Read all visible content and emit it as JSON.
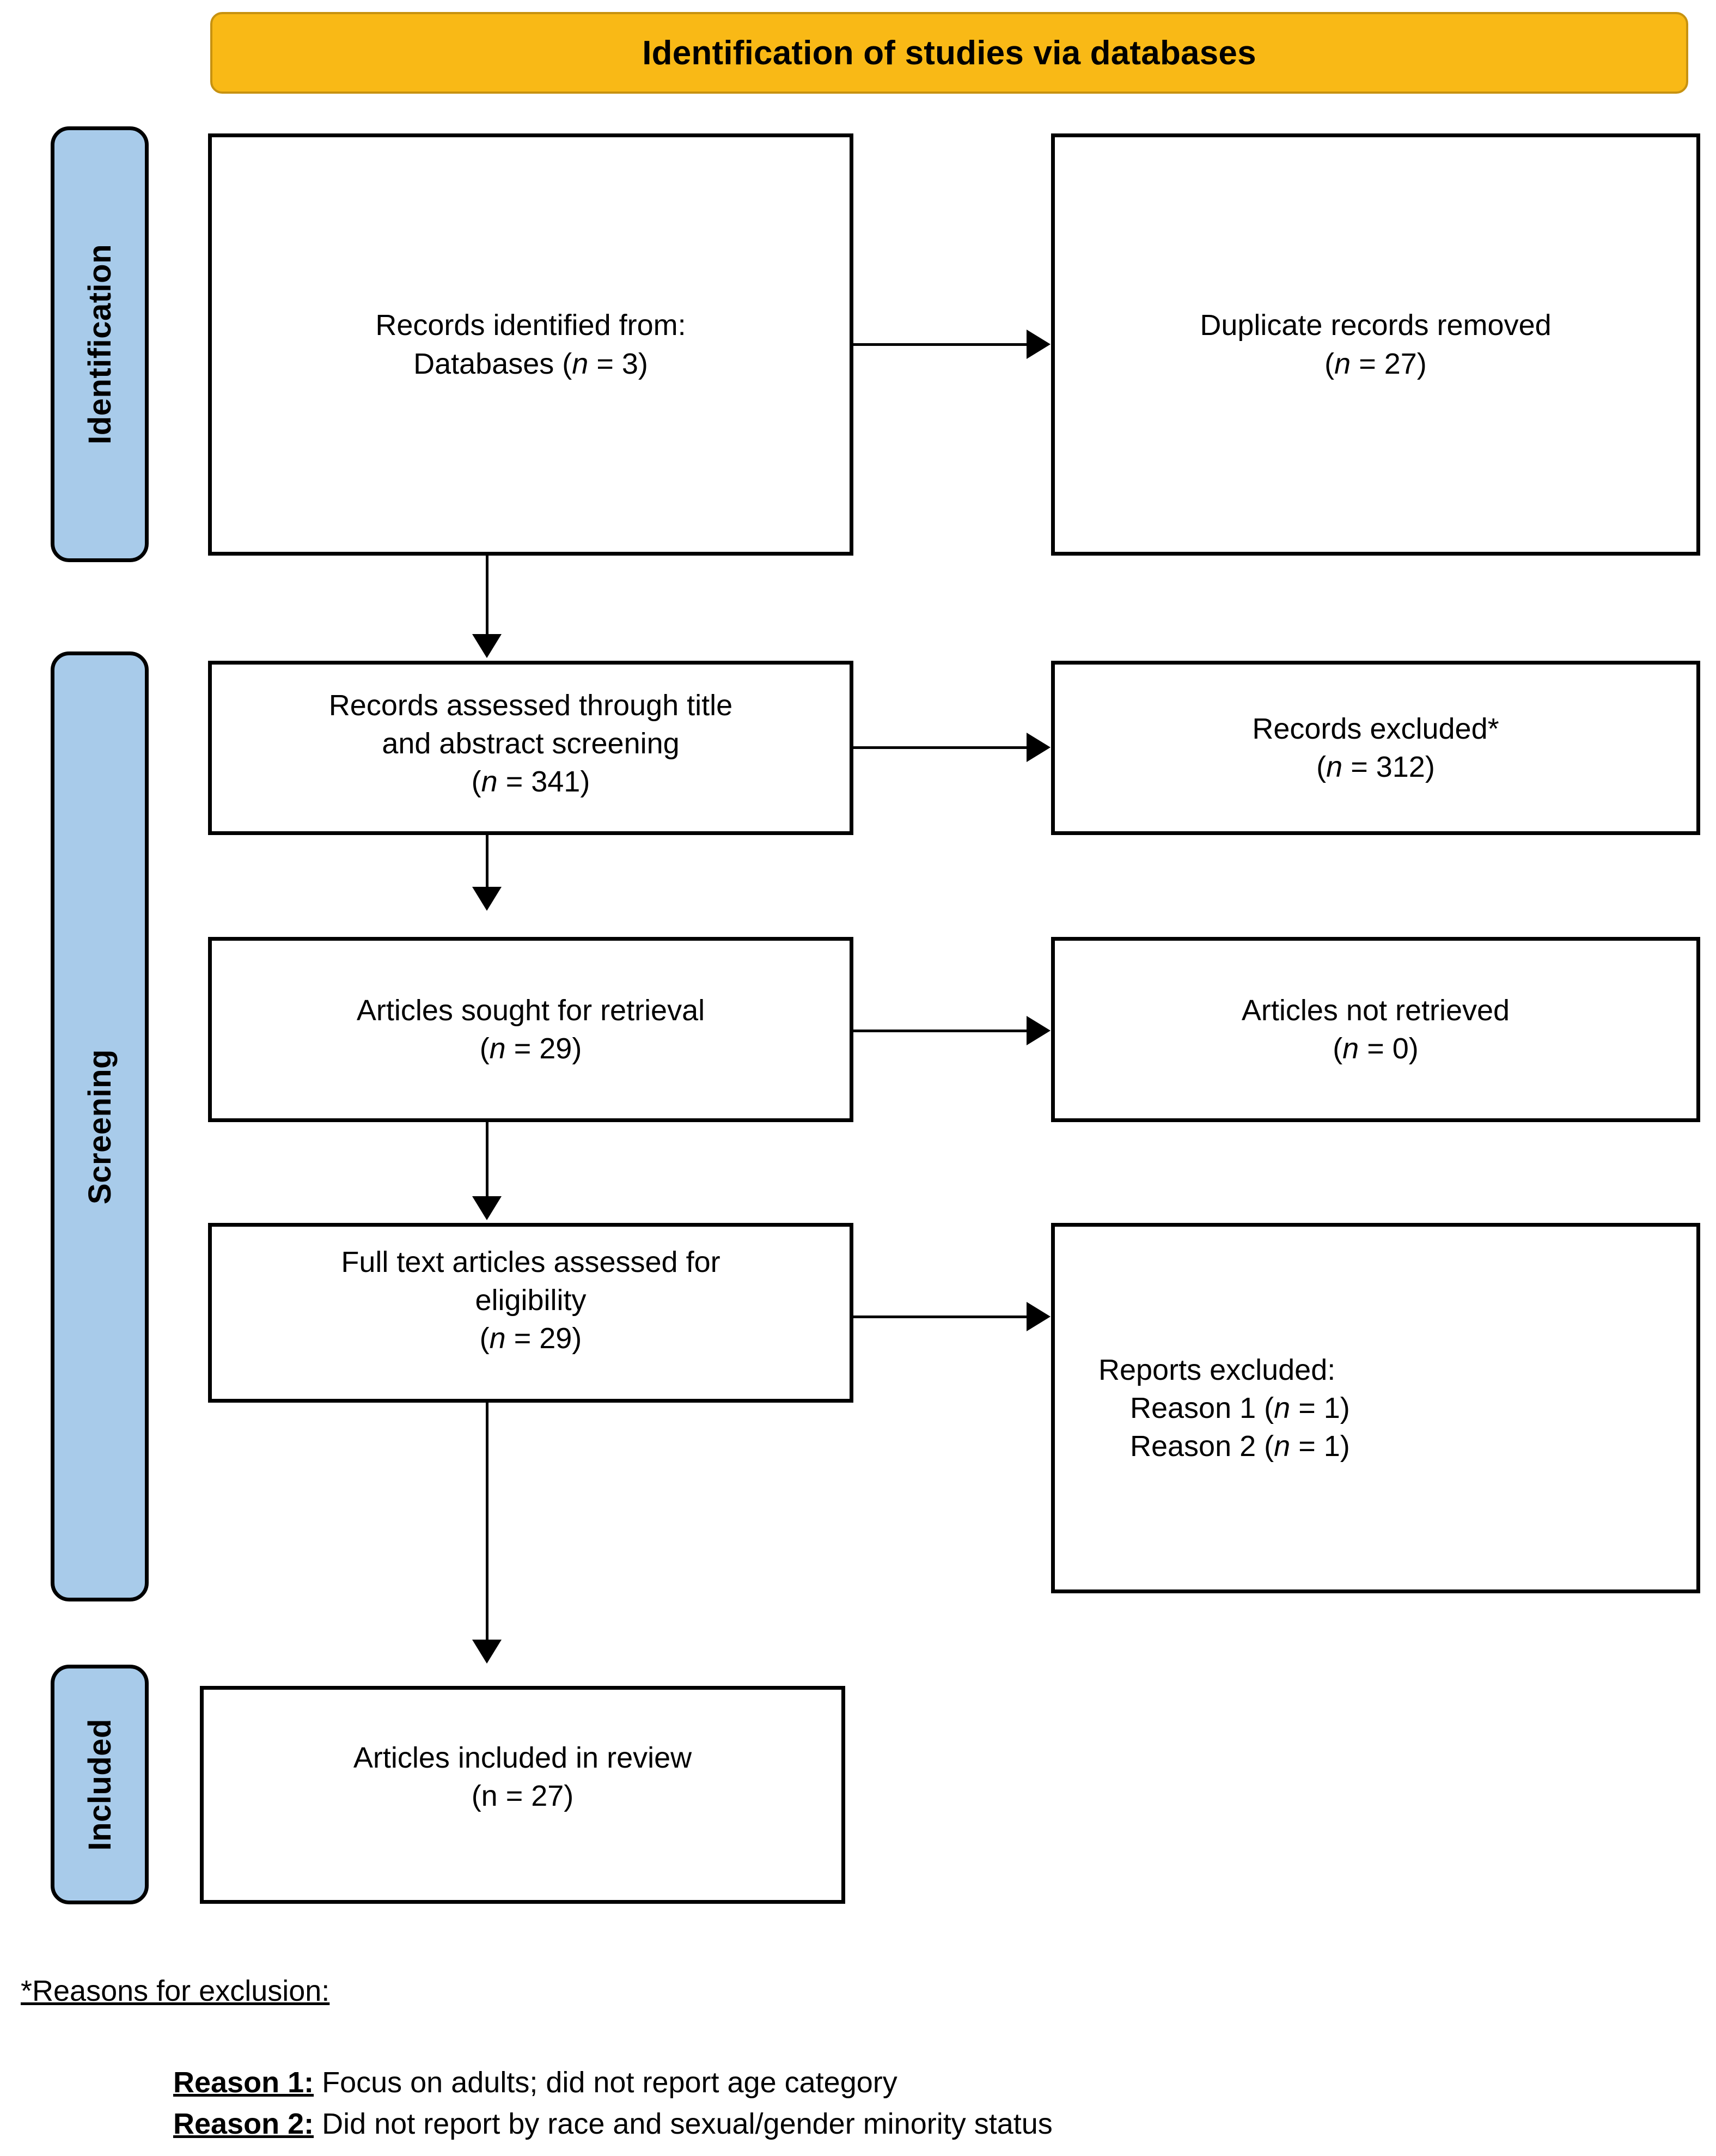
{
  "banner": {
    "title": "Identification of studies via databases",
    "fill_color": "#f9b916",
    "border_color": "#c79210"
  },
  "rails": {
    "fill_color": "#a8cbea",
    "border_color": "#000000",
    "items": [
      {
        "id": "identification",
        "label": "Identification"
      },
      {
        "id": "screening",
        "label": "Screening"
      },
      {
        "id": "included",
        "label": "Included"
      }
    ]
  },
  "nodes": {
    "identified": {
      "line1": "Records identified from:",
      "line2_prefix": "Databases (",
      "line2_var": "n",
      "line2_suffix": " = 3)"
    },
    "duplicates": {
      "line1": "Duplicate records removed",
      "line2_prefix": "(",
      "line2_var": "n",
      "line2_suffix": " = 27)"
    },
    "screened": {
      "line1": "Records assessed through title",
      "line2": "and abstract screening",
      "line3_prefix": "(",
      "line3_var": "n",
      "line3_suffix": " = 341)"
    },
    "records_excluded": {
      "line1": "Records excluded*",
      "line2_prefix": "(",
      "line2_var": "n",
      "line2_suffix": " = 312)"
    },
    "sought": {
      "line1": "Articles sought for retrieval",
      "line2_prefix": "(",
      "line2_var": "n",
      "line2_suffix": " = 29)"
    },
    "not_retrieved": {
      "line1": "Articles not retrieved",
      "line2_prefix": "(",
      "line2_var": "n",
      "line2_suffix": " = 0)"
    },
    "fulltext": {
      "line1": "Full text articles assessed for",
      "line2": "eligibility",
      "line3_prefix": "(",
      "line3_var": "n",
      "line3_suffix": " = 29)"
    },
    "reports_excluded": {
      "line1": "Reports excluded:",
      "line2_prefix": "Reason 1 (",
      "line2_var": "n",
      "line2_suffix": " = 1)",
      "line3_prefix": "Reason 2 (",
      "line3_var": "n",
      "line3_suffix": " = 1)"
    },
    "included": {
      "line1": "Articles included in review",
      "line2": "(n = 27)"
    }
  },
  "footnotes": {
    "heading": "*Reasons for exclusion:",
    "reason_1_key": "Reason 1:",
    "reason_1_text": " Focus on adults; did not report age category",
    "reason_2_key": "Reason 2:",
    "reason_2_text": " Did not report by race and sexual/gender minority status"
  },
  "chart_data": {
    "type": "diagram",
    "title": "Identification of studies via databases",
    "stages": [
      "Identification",
      "Screening",
      "Included"
    ],
    "flow": [
      {
        "stage": "Identification",
        "label": "Records identified from: Databases",
        "n": 3
      },
      {
        "stage": "Identification",
        "label": "Duplicate records removed",
        "n": 27,
        "exclusion": true
      },
      {
        "stage": "Screening",
        "label": "Records assessed through title and abstract screening",
        "n": 341
      },
      {
        "stage": "Screening",
        "label": "Records excluded*",
        "n": 312,
        "exclusion": true
      },
      {
        "stage": "Screening",
        "label": "Articles sought for retrieval",
        "n": 29
      },
      {
        "stage": "Screening",
        "label": "Articles not retrieved",
        "n": 0,
        "exclusion": true
      },
      {
        "stage": "Screening",
        "label": "Full text articles assessed for eligibility",
        "n": 29
      },
      {
        "stage": "Screening",
        "label": "Reports excluded: Reason 1",
        "n": 1,
        "exclusion": true
      },
      {
        "stage": "Screening",
        "label": "Reports excluded: Reason 2",
        "n": 1,
        "exclusion": true
      },
      {
        "stage": "Included",
        "label": "Articles included in review",
        "n": 27
      }
    ]
  }
}
